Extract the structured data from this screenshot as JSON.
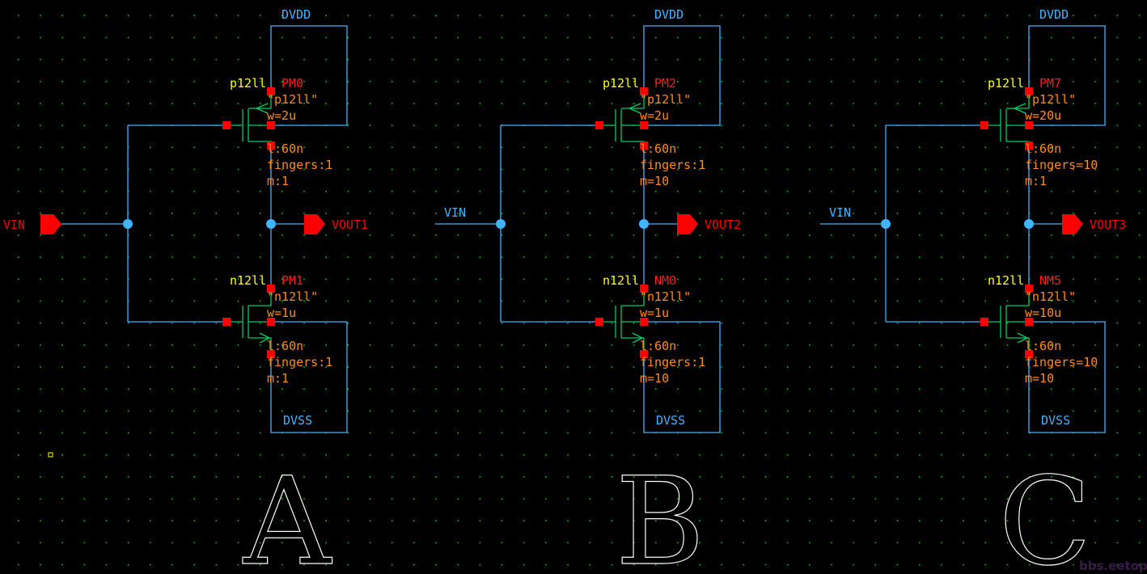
{
  "colors": {
    "background": "#000000",
    "grid": "#00c800",
    "wire": "#40b4ff",
    "pin_square": "#ff0000",
    "device": "#00cc66",
    "model_label": "#ffff00",
    "instance_label": "#ff1a1a",
    "param_label": "#ff8c1a",
    "net_label": "#40b4ff",
    "io_pin": "#ff0000",
    "letter": "#ffffff",
    "watermark": "#3a1a4a"
  },
  "circuits": [
    {
      "letter": "A",
      "supply": "DVDD",
      "ground": "DVSS",
      "input": "VIN",
      "input_style": "pin",
      "output": "VOUT1",
      "pmos": {
        "model": "p12ll",
        "name": "PM0",
        "cell": "\"p12ll\"",
        "w": "w=2u",
        "l": "l:60n",
        "fingers": "fingers:1",
        "m": "m:1"
      },
      "nmos": {
        "model": "n12ll",
        "name": "PM1",
        "cell": "\"n12ll\"",
        "w": "w=1u",
        "l": "l:60n",
        "fingers": "fingers:1",
        "m": "m:1"
      }
    },
    {
      "letter": "B",
      "supply": "DVDD",
      "ground": "DVSS",
      "input": "VIN",
      "input_style": "wire-label",
      "output": "VOUT2",
      "pmos": {
        "model": "p12ll",
        "name": "PM2",
        "cell": "\"p12ll\"",
        "w": "w=2u",
        "l": "l:60n",
        "fingers": "fingers:1",
        "m": "m=10"
      },
      "nmos": {
        "model": "n12ll",
        "name": "NM0",
        "cell": "\"n12ll\"",
        "w": "w=1u",
        "l": "l:60n",
        "fingers": "fingers:1",
        "m": "m=10"
      }
    },
    {
      "letter": "C",
      "supply": "DVDD",
      "ground": "DVSS",
      "input": "VIN",
      "input_style": "wire-label",
      "output": "VOUT3",
      "pmos": {
        "model": "p12ll",
        "name": "PM7",
        "cell": "\"p12ll\"",
        "w": "w=20u",
        "l": "l:60n",
        "fingers": "fingers=10",
        "m": "m:1"
      },
      "nmos": {
        "model": "n12ll",
        "name": "NM5",
        "cell": "\"n12ll\"",
        "w": "w=10u",
        "l": "l:60n",
        "fingers": "fingers=10",
        "m": "m=10"
      }
    }
  ],
  "watermark": "bbs.eetop.cn"
}
